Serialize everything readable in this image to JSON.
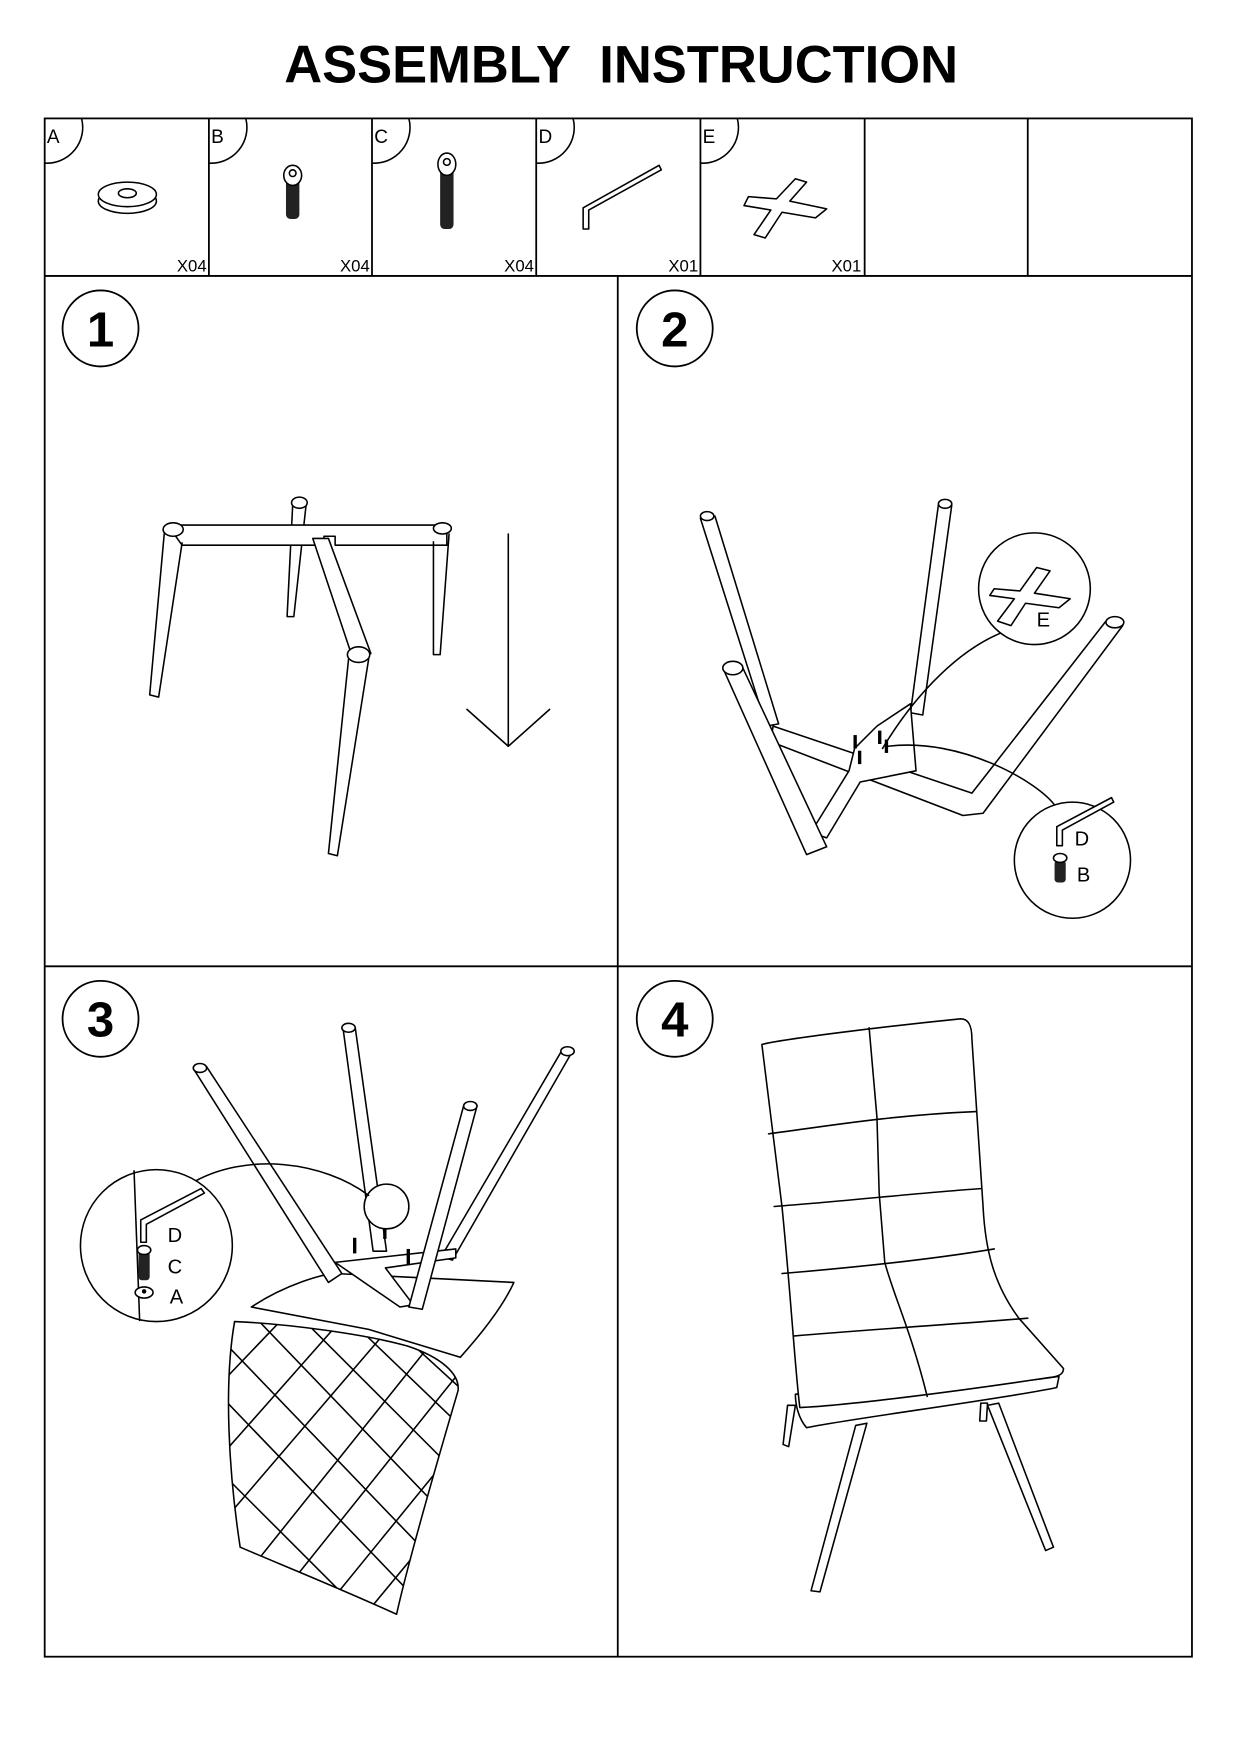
{
  "title": "ASSEMBLY  INSTRUCTION",
  "parts": [
    {
      "label": "A",
      "name": "washer",
      "qty": "X04"
    },
    {
      "label": "B",
      "name": "short-bolt",
      "qty": "X04"
    },
    {
      "label": "C",
      "name": "long-bolt",
      "qty": "X04"
    },
    {
      "label": "D",
      "name": "allen-key",
      "qty": "X01"
    },
    {
      "label": "E",
      "name": "cross-plate",
      "qty": "X01"
    }
  ],
  "steps": [
    {
      "number": "1"
    },
    {
      "number": "2",
      "callouts": [
        "E",
        "D",
        "B"
      ]
    },
    {
      "number": "3",
      "callouts": [
        "D",
        "C",
        "A"
      ]
    },
    {
      "number": "4"
    }
  ]
}
